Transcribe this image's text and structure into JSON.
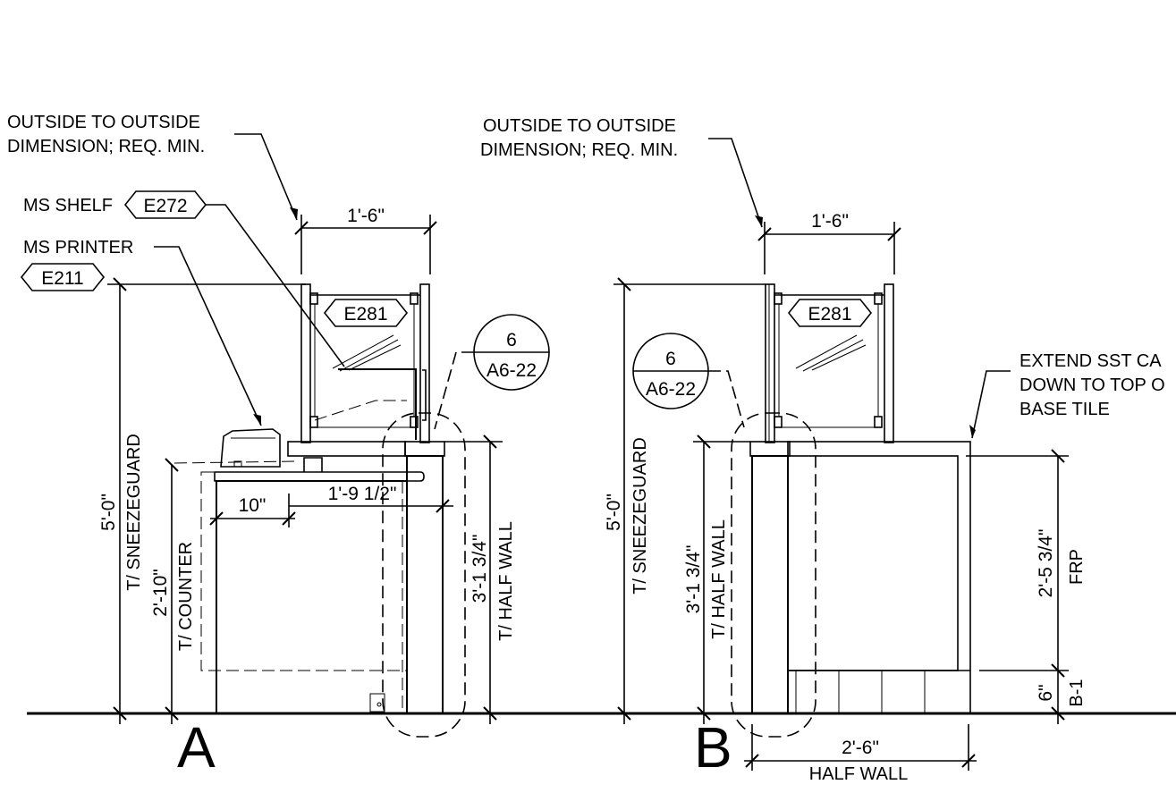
{
  "elevation_a": {
    "label": "A",
    "note_outside": [
      "OUTSIDE TO OUTSIDE",
      "DIMENSION; REQ. MIN."
    ],
    "shelf_label": "MS SHELF",
    "shelf_tag": "E272",
    "printer_label": "MS PRINTER",
    "printer_tag": "E211",
    "sneezeguard_tag": "E281",
    "detail_number": "6",
    "detail_sheet": "A6-22",
    "dim_width": "1'-6\"",
    "dim_depth": "1'-9 1/2\"",
    "dim_small": "10\"",
    "dim_height": "5'-0\"",
    "label_height": "T/ SNEEZEGUARD",
    "dim_counter": "2'-10\"",
    "label_counter": "T/ COUNTER",
    "dim_halfwall": "3'-1 3/4\"",
    "label_halfwall": "T/ HALF WALL"
  },
  "elevation_b": {
    "label": "B",
    "note_outside": [
      "OUTSIDE TO OUTSIDE",
      "DIMENSION; REQ. MIN."
    ],
    "sneezeguard_tag": "E281",
    "detail_number": "6",
    "detail_sheet": "A6-22",
    "dim_width": "1'-6\"",
    "dim_height": "5'-0\"",
    "label_height": "T/ SNEEZEGUARD",
    "dim_halfwall": "3'-1 3/4\"",
    "label_halfwall": "T/ HALF WALL",
    "dim_frp": "2'-5 3/4\"",
    "label_frp": "FRP",
    "dim_base": "6\"",
    "label_base": "B-1",
    "dim_wall": "2'-6\"",
    "label_wall": "HALF WALL",
    "note_extend": [
      "EXTEND SST CA",
      "DOWN TO TOP O",
      "BASE TILE"
    ]
  }
}
